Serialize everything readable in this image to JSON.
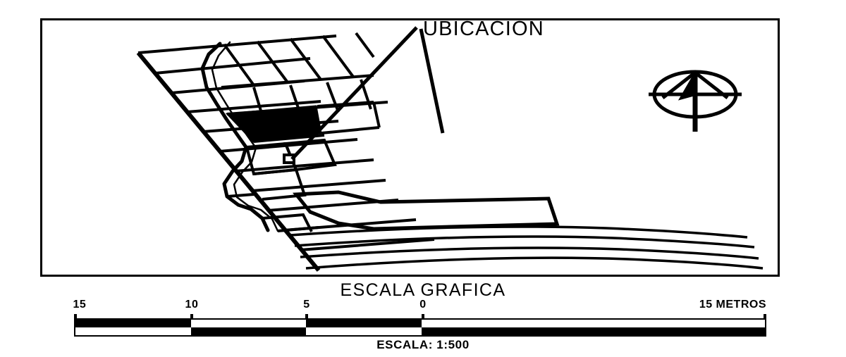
{
  "document": {
    "type": "cadastral-location-plan",
    "language": "es"
  },
  "map": {
    "callout_label": "UBICACION",
    "highlighted_parcel_name": "ubicacion-parcel",
    "highlighted_parcel_fill": "#000000",
    "line_color": "#000000",
    "background_color": "#ffffff",
    "frame_color": "#000000",
    "north_arrow_label": "compass-rose"
  },
  "scale": {
    "title": "ESCALA GRAFICA",
    "ratio_text": "ESCALA: 1:500",
    "unit_label": "15 METROS",
    "ticks": [
      {
        "label": "15",
        "value": 15,
        "position_pct": 0
      },
      {
        "label": "10",
        "value": 10,
        "position_pct": 16.8
      },
      {
        "label": "5",
        "value": 5,
        "position_pct": 33.4
      },
      {
        "label": "0",
        "value": 0,
        "position_pct": 50.2
      },
      {
        "label": "15 METROS",
        "value": 15,
        "position_pct": 100
      }
    ],
    "segments_top": [
      "black",
      "white",
      "black",
      "white"
    ],
    "segments_bottom": [
      "white",
      "black",
      "white",
      "black"
    ],
    "bar_color_filled": "#000000",
    "bar_color_empty": "#ffffff"
  }
}
